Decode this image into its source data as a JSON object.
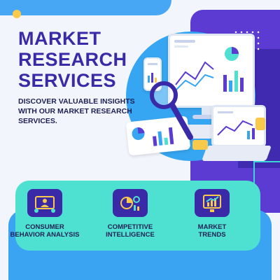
{
  "header": {
    "title_lines": [
      "MARKET",
      "RESEARCH",
      "SERVICES"
    ],
    "subtitle": "DISCOVER VALUABLE INSIGHTS WITH OUR MARKET RESEARCH SERVICES."
  },
  "features": [
    {
      "icon": "consumer-analysis-icon",
      "label_lines": [
        "CONSUMER",
        "BEHAVIOR ANALYSIS"
      ]
    },
    {
      "icon": "competitive-intelligence-icon",
      "label_lines": [
        "COMPETITIVE",
        "INTELLIGENCE"
      ]
    },
    {
      "icon": "market-trends-icon",
      "label_lines": [
        "MARKET",
        "TRENDS"
      ]
    }
  ],
  "colors": {
    "title": "#3a2aa8",
    "accent_blue": "#36a6f2",
    "purple": "#5b3bd1",
    "teal": "#4ee0d0",
    "yellow": "#f8c94a"
  }
}
